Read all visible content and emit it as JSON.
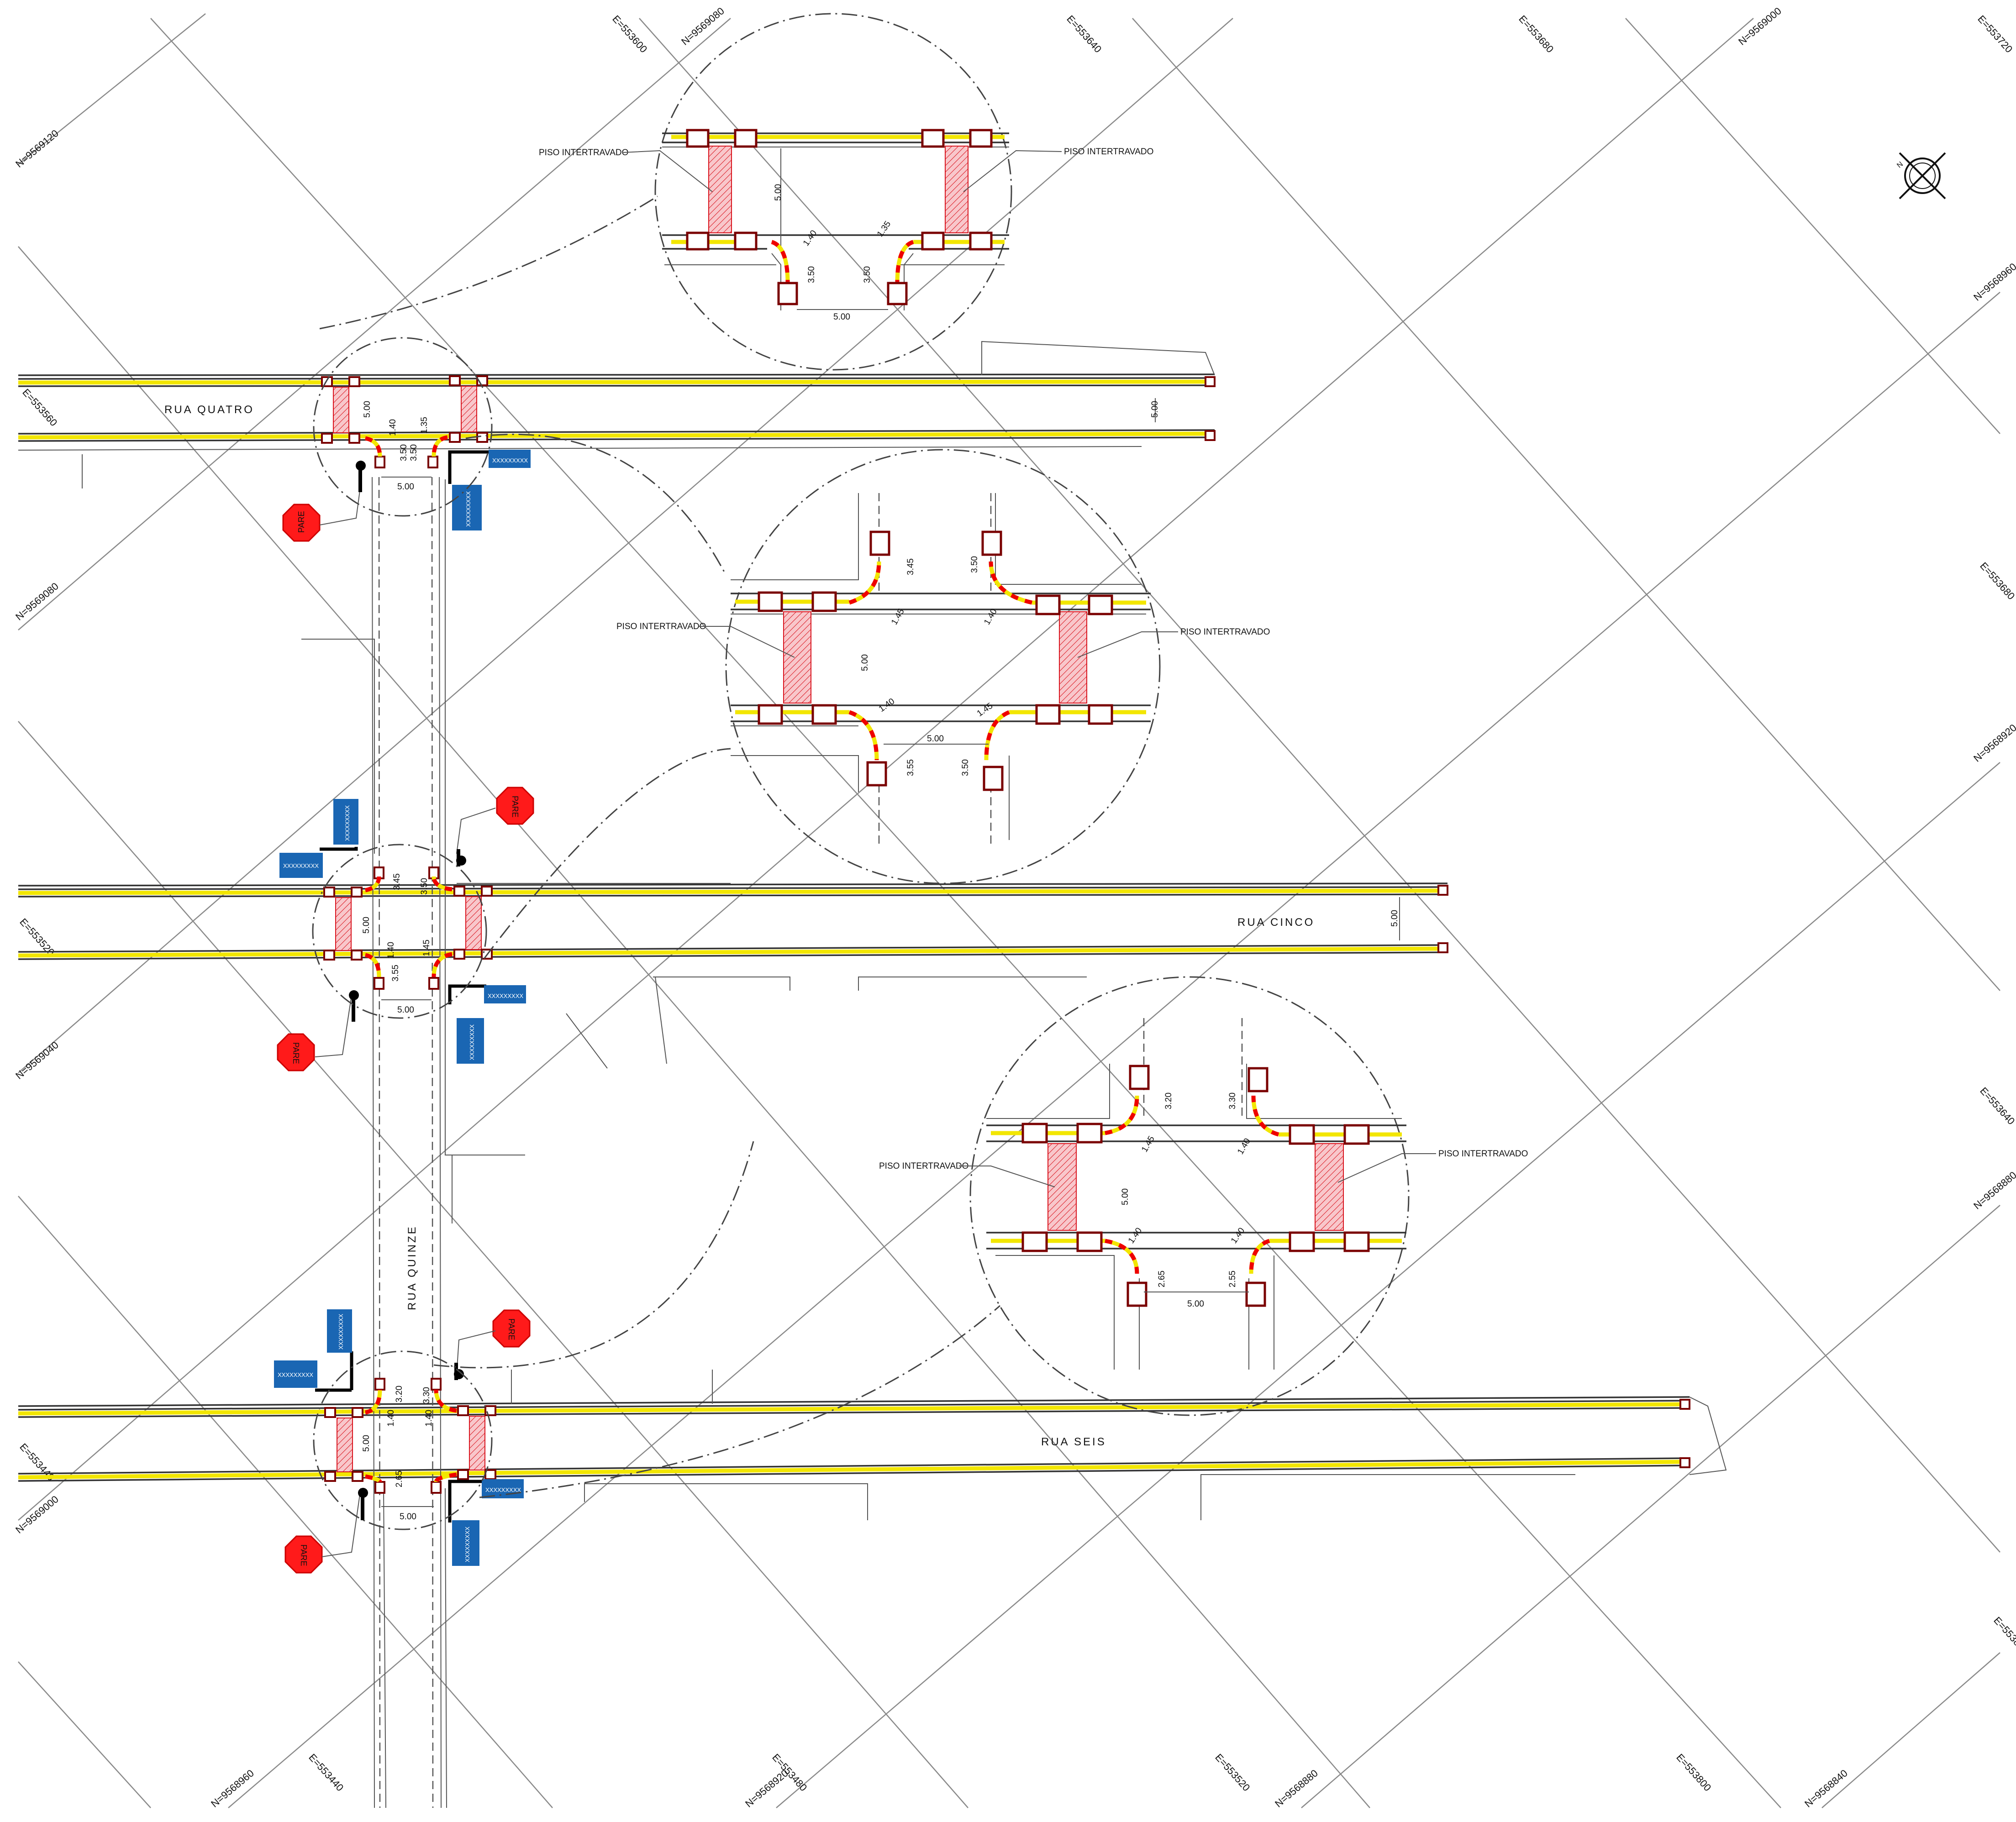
{
  "streets": {
    "quatro": "RUA QUATRO",
    "cinco": "RUA CINCO",
    "seis": "RUA SEIS",
    "quinze": "RUA QUINZE"
  },
  "notes": {
    "piso": "PISO INTERTRAVADO"
  },
  "signs": {
    "pare": "PARE",
    "plate": "XXXXXXXXX"
  },
  "coords": {
    "n9569120": "N=9569120",
    "n9569080_top": "N=9569080",
    "n9569080_left": "N=9569080",
    "n9569040": "N=9569040",
    "n9569000_top": "N=9569000",
    "n9569000_left": "N=9569000",
    "n9568960_right": "N=9568960",
    "n9568920_right": "N=9568920",
    "n9568880_right": "N=9568880",
    "n9568960_bottom": "N=9568960",
    "n9568920_bottom": "N=9568920",
    "n9568880_bottom": "N=9568880",
    "n9568840": "N=9568840",
    "e553600": "E=553600",
    "e553640": "E=553640",
    "e553680": "E=553680",
    "e553720": "E=553720",
    "e553560": "E=553560",
    "e553520": "E=553520",
    "e553480": "E=553480",
    "e553440": "E=553440",
    "e553800": "E=553800"
  },
  "dims": {
    "d500": "5.00",
    "d140": "1.40",
    "d135": "1.35",
    "d145": "1.45",
    "d350": "3.50",
    "d345": "3.45",
    "d355": "3.55",
    "d320": "3.20",
    "d330": "3.30",
    "d265": "2.65",
    "d255": "2.55"
  },
  "colors": {
    "grid": "#8a8a8a",
    "centerline": "#f2e600",
    "crosswalk": "#d9141e",
    "sign_blue": "#1a66b3",
    "stop_red": "#ff1a1a"
  }
}
